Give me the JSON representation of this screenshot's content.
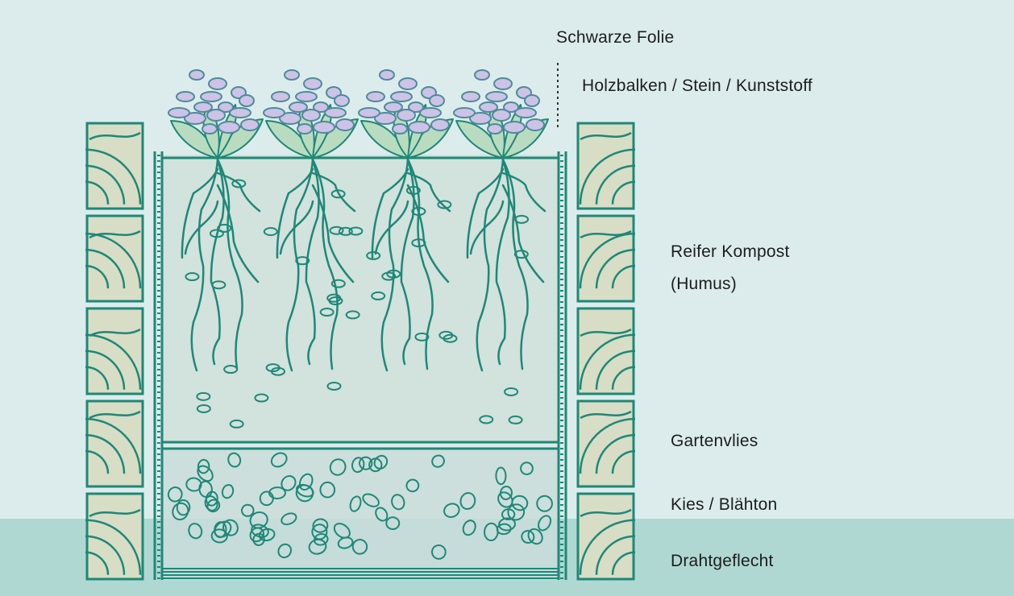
{
  "labels": {
    "black_foil": "Schwarze Folie",
    "frame_material": "Holzbalken / Stein / Kunststoff",
    "compost_line1": "Reifer Kompost",
    "compost_line2": "(Humus)",
    "garden_fleece": "Gartenvlies",
    "gravel": "Kies / Blähton",
    "wire_mesh": "Drahtgeflecht"
  },
  "colors": {
    "background": "#dcecec",
    "ground": "#b0d8d3",
    "outline": "#1e8877",
    "soil_fill": "#d2e2dd",
    "gravel_fill": "#c9ddda",
    "block_fill": "#d8ddc6",
    "leaf_fill": "#b9dcc0",
    "flower_fill": "#cdc3e6",
    "flower_stroke": "#4e8b9a"
  },
  "plants": {
    "count": 4
  },
  "wall_blocks": {
    "per_side": 5
  }
}
